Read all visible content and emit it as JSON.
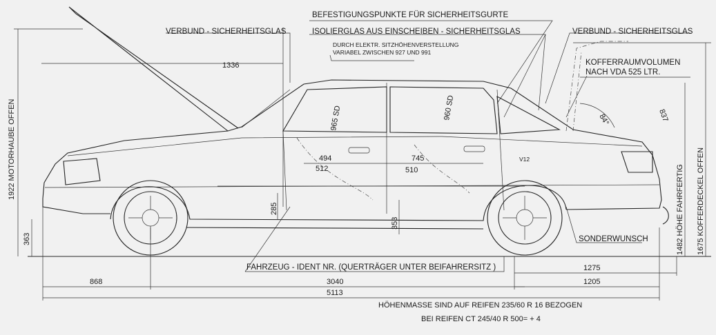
{
  "labels": {
    "seatbelt_anchors": "BEFESTIGUNGSPUNKTE FÜR SICHERHEITSGURTE",
    "laminated_glass_front": "VERBUND - SICHERHEITSGLAS",
    "insulated_glass": "ISOLIERGLAS AUS EINSCHEIBEN - SICHERHEITSGLAS",
    "laminated_glass_rear": "VERBUND - SICHERHEITSGLAS",
    "seat_height_line1": "DURCH ELEKTR. SITZHÖHENVERSTELLUNG",
    "seat_height_line2": "VARIABEL ZWISCHEN 927 UND 991",
    "trunk_volume_line1": "KOFFERRAUMVOLUMEN",
    "trunk_volume_line2": "NACH  VDA 525 LTR.",
    "hood_open": "1922  MOTORHAUBE  OFFEN",
    "height_ready": "1482  HÖHE FAHRFERTIG",
    "trunk_open": "1675  KOFFERDECKEL OFFEN",
    "special_request": "SONDERWUNSCH",
    "vehicle_ident": "FAHRZEUG - IDENT  NR. (QUERTRÄGER  UNTER  BEIFAHRERSITZ )",
    "note_line1": "HÖHENMASSE  SIND AUF  REIFEN  235/60  R 16  BEZOGEN",
    "note_line2": "BEI REIFEN CT 245/40  R 500= + 4",
    "badge": "V12"
  },
  "dimensions": {
    "d1336": "1336",
    "d965sd": "965 SD",
    "d960sd": "960 SD",
    "angle": "84°",
    "d837": "837",
    "d494": "494",
    "d512": "512",
    "d745": "745",
    "d510": "510",
    "d285": "285",
    "d353": "353",
    "d363": "363",
    "d868": "868",
    "d3040": "3040",
    "d5113": "5113",
    "d1275": "1275",
    "d1205": "1205"
  }
}
